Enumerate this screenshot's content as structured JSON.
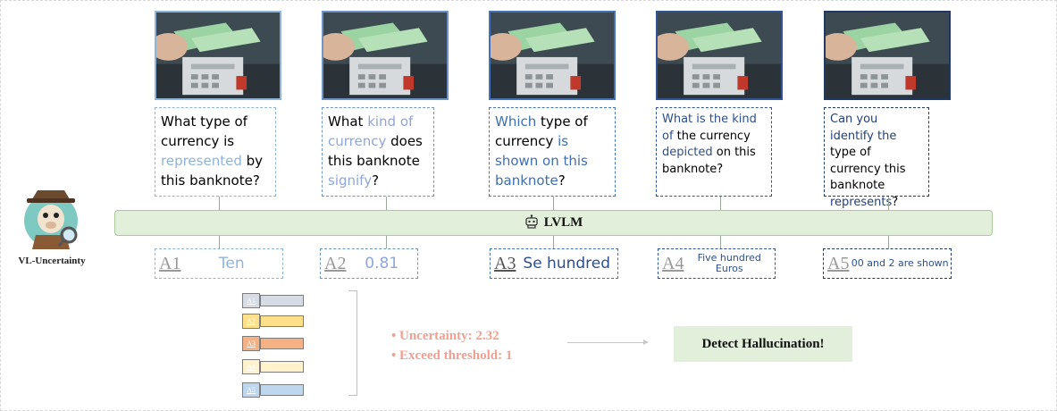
{
  "mascot_label": "VL-Uncertainty",
  "lvlm_label": "LVLM",
  "questions": [
    {
      "parts": [
        {
          "t": "What type of currency is ",
          "c": "#000000"
        },
        {
          "t": "represented",
          "c": "#8fb4d9"
        },
        {
          "t": " by this banknote?",
          "c": "#000000"
        }
      ]
    },
    {
      "parts": [
        {
          "t": "What ",
          "c": "#000000"
        },
        {
          "t": "kind of currency",
          "c": "#8fa6d9"
        },
        {
          "t": " does this banknote ",
          "c": "#000000"
        },
        {
          "t": "signify",
          "c": "#8fa6d9"
        },
        {
          "t": "?",
          "c": "#000000"
        }
      ]
    },
    {
      "parts": [
        {
          "t": "Which",
          "c": "#3f6fb0"
        },
        {
          "t": " type of currency ",
          "c": "#000000"
        },
        {
          "t": "is shown on this banknote",
          "c": "#3f6fb0"
        },
        {
          "t": "?",
          "c": "#000000"
        }
      ]
    },
    {
      "parts": [
        {
          "t": "What is the kind of",
          "c": "#2c4f8f"
        },
        {
          "t": " the currency ",
          "c": "#000000"
        },
        {
          "t": "depicted",
          "c": "#2c4f8f"
        },
        {
          "t": " on this banknote?",
          "c": "#000000"
        }
      ]
    },
    {
      "parts": [
        {
          "t": "Can you identify the",
          "c": "#213f7a"
        },
        {
          "t": " type of currency this banknote ",
          "c": "#000000"
        },
        {
          "t": "represents",
          "c": "#213f7a"
        },
        {
          "t": "?",
          "c": "#000000"
        }
      ]
    }
  ],
  "answers": [
    {
      "label": "A1",
      "value": "Ten"
    },
    {
      "label": "A2",
      "value": "0.81"
    },
    {
      "label": "A3",
      "value": "Se hundred"
    },
    {
      "label": "A4",
      "value": "Five hundred Euros"
    },
    {
      "label": "A5",
      "value": "00 and 2 are shown"
    }
  ],
  "stack": [
    {
      "label": "A1",
      "color": "#d6dce5"
    },
    {
      "label": "A2",
      "color": "#ffe08a"
    },
    {
      "label": "A3",
      "color": "#f4b183"
    },
    {
      "label": "A4",
      "color": "#fff2cc"
    },
    {
      "label": "A5",
      "color": "#bdd7ee"
    }
  ],
  "stats": {
    "uncertainty": "• Uncertainty: 2.32",
    "threshold": "• Exceed threshold: 1"
  },
  "result": "Detect Hallucination!",
  "colors": {
    "frame": [
      "#8fb4d9",
      "#6c94c6",
      "#4472b6",
      "#2f5597",
      "#203864"
    ]
  }
}
